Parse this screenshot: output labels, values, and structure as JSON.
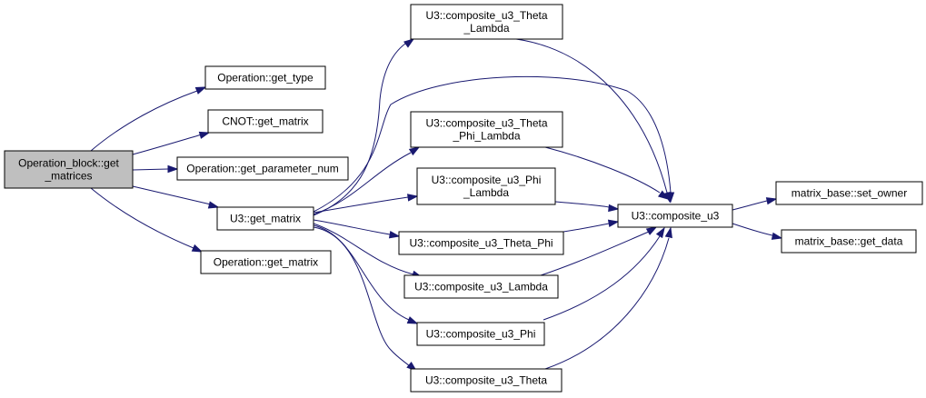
{
  "graph": {
    "colors": {
      "edge": "#191970",
      "root_fill": "#bfbfbf",
      "node_fill": "#ffffff",
      "node_border": "#000000"
    },
    "nodes": [
      {
        "id": "op-block-get-matrices",
        "lines": [
          "Operation_block::get",
          "_matrices"
        ],
        "root": true
      },
      {
        "id": "op-get-type",
        "lines": [
          "Operation::get_type"
        ]
      },
      {
        "id": "cnot-get-matrix",
        "lines": [
          "CNOT::get_matrix"
        ]
      },
      {
        "id": "op-get-parameter-num",
        "lines": [
          "Operation::get_parameter_num"
        ]
      },
      {
        "id": "u3-get-matrix",
        "lines": [
          "U3::get_matrix"
        ]
      },
      {
        "id": "op-get-matrix",
        "lines": [
          "Operation::get_matrix"
        ]
      },
      {
        "id": "u3-composite-theta-lambda",
        "lines": [
          "U3::composite_u3_Theta",
          "_Lambda"
        ]
      },
      {
        "id": "u3-composite-theta-phi-lambda",
        "lines": [
          "U3::composite_u3_Theta",
          "_Phi_Lambda"
        ]
      },
      {
        "id": "u3-composite-phi-lambda",
        "lines": [
          "U3::composite_u3_Phi",
          "_Lambda"
        ]
      },
      {
        "id": "u3-composite-theta-phi",
        "lines": [
          "U3::composite_u3_Theta_Phi"
        ]
      },
      {
        "id": "u3-composite-lambda",
        "lines": [
          "U3::composite_u3_Lambda"
        ]
      },
      {
        "id": "u3-composite-phi",
        "lines": [
          "U3::composite_u3_Phi"
        ]
      },
      {
        "id": "u3-composite-theta",
        "lines": [
          "U3::composite_u3_Theta"
        ]
      },
      {
        "id": "u3-composite-u3",
        "lines": [
          "U3::composite_u3"
        ]
      },
      {
        "id": "matrix-base-set-owner",
        "lines": [
          "matrix_base::set_owner"
        ]
      },
      {
        "id": "matrix-base-get-data",
        "lines": [
          "matrix_base::get_data"
        ]
      }
    ],
    "edges": [
      {
        "from": "op-block-get-matrices",
        "to": "op-get-type"
      },
      {
        "from": "op-block-get-matrices",
        "to": "cnot-get-matrix"
      },
      {
        "from": "op-block-get-matrices",
        "to": "op-get-parameter-num"
      },
      {
        "from": "op-block-get-matrices",
        "to": "u3-get-matrix"
      },
      {
        "from": "op-block-get-matrices",
        "to": "op-get-matrix"
      },
      {
        "from": "u3-get-matrix",
        "to": "u3-composite-theta-lambda"
      },
      {
        "from": "u3-get-matrix",
        "to": "u3-composite-u3"
      },
      {
        "from": "u3-get-matrix",
        "to": "u3-composite-theta-phi-lambda"
      },
      {
        "from": "u3-get-matrix",
        "to": "u3-composite-phi-lambda"
      },
      {
        "from": "u3-get-matrix",
        "to": "u3-composite-theta-phi"
      },
      {
        "from": "u3-get-matrix",
        "to": "u3-composite-lambda"
      },
      {
        "from": "u3-get-matrix",
        "to": "u3-composite-phi"
      },
      {
        "from": "u3-get-matrix",
        "to": "u3-composite-theta"
      },
      {
        "from": "u3-composite-theta-lambda",
        "to": "u3-composite-u3"
      },
      {
        "from": "u3-composite-theta-phi-lambda",
        "to": "u3-composite-u3"
      },
      {
        "from": "u3-composite-phi-lambda",
        "to": "u3-composite-u3"
      },
      {
        "from": "u3-composite-theta-phi",
        "to": "u3-composite-u3"
      },
      {
        "from": "u3-composite-lambda",
        "to": "u3-composite-u3"
      },
      {
        "from": "u3-composite-phi",
        "to": "u3-composite-u3"
      },
      {
        "from": "u3-composite-theta",
        "to": "u3-composite-u3"
      },
      {
        "from": "u3-composite-u3",
        "to": "matrix-base-set-owner"
      },
      {
        "from": "u3-composite-u3",
        "to": "matrix-base-get-data"
      }
    ]
  }
}
